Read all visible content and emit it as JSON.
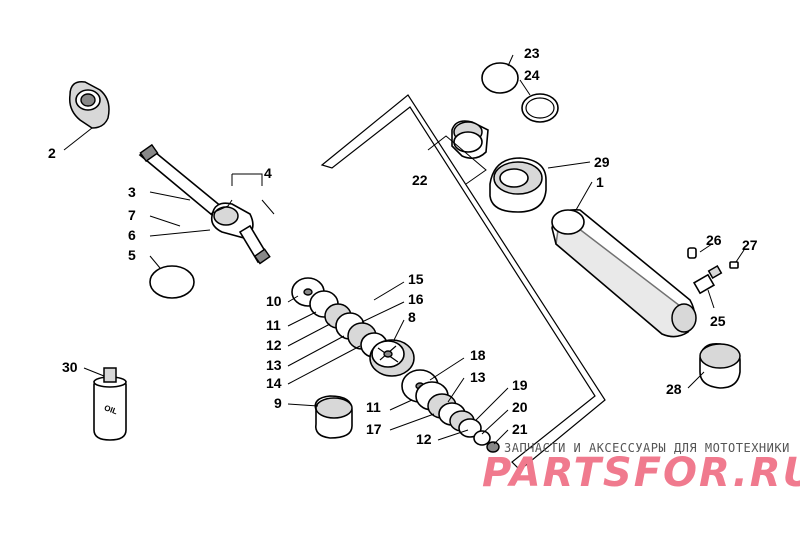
{
  "diagram": {
    "callouts": [
      "23",
      "24",
      "29",
      "22",
      "1",
      "26",
      "27",
      "25",
      "28",
      "2",
      "3",
      "4",
      "7",
      "6",
      "5",
      "10",
      "15",
      "16",
      "11",
      "8",
      "12",
      "13",
      "14",
      "30",
      "9",
      "18",
      "13",
      "11",
      "17",
      "19",
      "20",
      "21",
      "12"
    ],
    "container_label": "OIL"
  },
  "watermark": {
    "subtitle": "ЗАПЧАСТИ И АКСЕССУАРЫ ДЛЯ МОТОТЕХНИКИ",
    "brand": "PARTSFOR.RU",
    "brand_color": "#f07a8e"
  }
}
